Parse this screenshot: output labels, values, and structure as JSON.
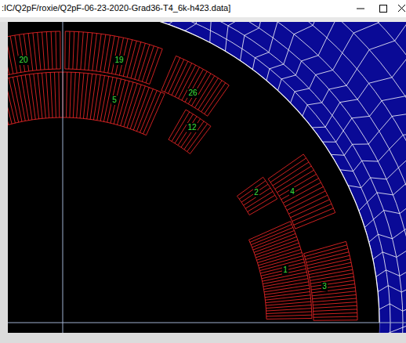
{
  "diagram": {
    "title": ":IC/Q2pF/roxie/Q2pF-06-23-2020-Grad36-T4_6k-h423.data]",
    "labels": [
      "20",
      "19",
      "5",
      "26",
      "12",
      "2",
      "4",
      "1",
      "3"
    ]
  }
}
